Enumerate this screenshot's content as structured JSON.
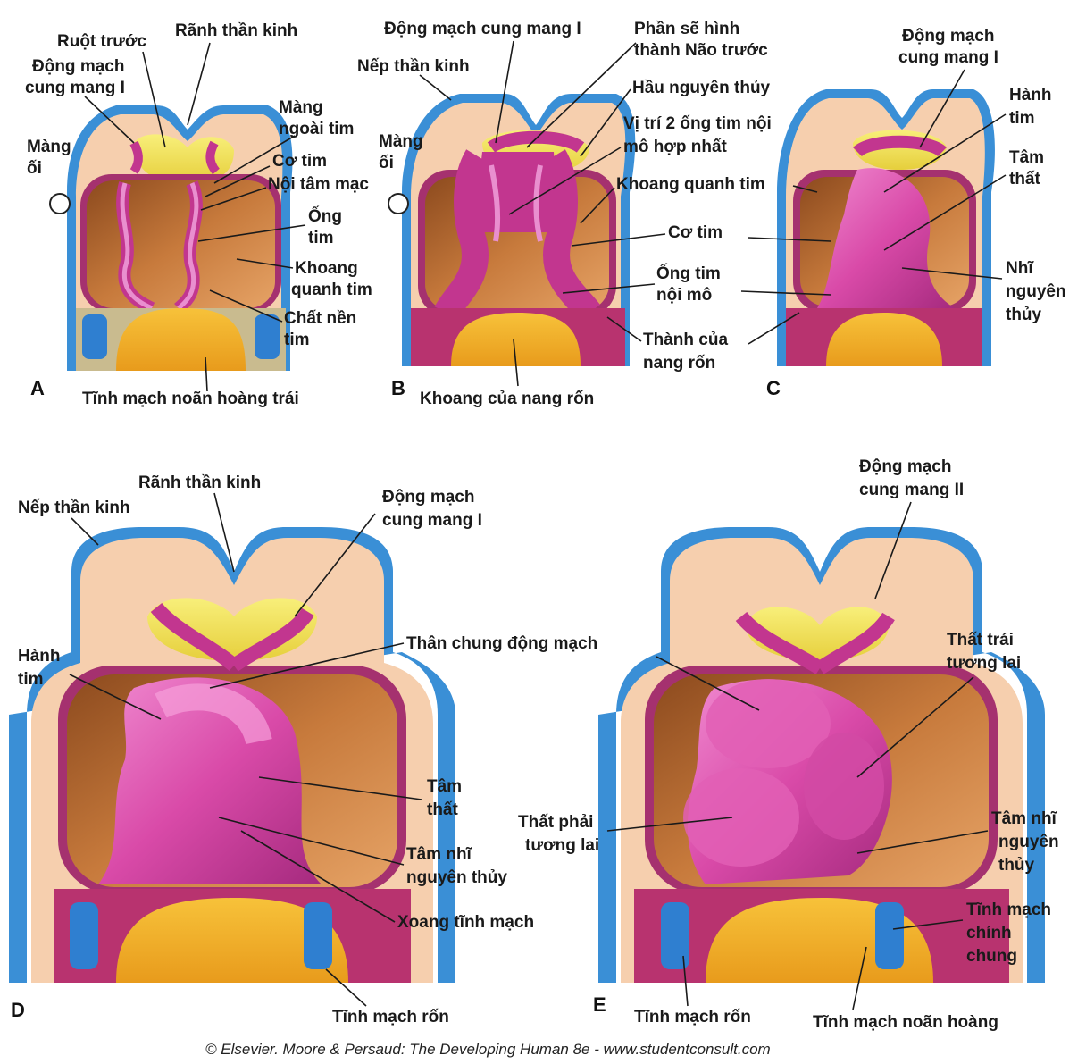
{
  "panels": {
    "A": {
      "letter": "A",
      "labels": {
        "ruot_truoc": "Ruột trước",
        "ranh_than_kinh": "Rãnh thần kinh",
        "dong_mach_1": "Động mạch",
        "dong_mach_2": "cung mang I",
        "mang_ngoai_tim_1": "Màng",
        "mang_ngoai_tim_2": "ngoài tim",
        "mang_oi_1": "Màng",
        "mang_oi_2": "ối",
        "co_tim": "Cơ tim",
        "noi_tam_mac": "Nội tâm mạc",
        "ong_tim_1": "Ống",
        "ong_tim_2": "tim",
        "khoang_1": "Khoang",
        "khoang_2": "quanh tim",
        "chat_nen_1": "Chất nền",
        "chat_nen_2": "tim",
        "tinh_mach": "Tĩnh mạch noãn hoàng trái"
      }
    },
    "B": {
      "letter": "B",
      "labels": {
        "dong_mach": "Động mạch cung mang I",
        "phan_se_1": "Phần sẽ hình",
        "phan_se_2": "thành Não trước",
        "nep_than_kinh": "Nếp thần kinh",
        "hau": "Hầu nguyên thủy",
        "mang_oi_1": "Màng",
        "mang_oi_2": "ối",
        "vi_tri_1": "Vị trí 2 ống tim nội",
        "vi_tri_2": "mô hợp nhất",
        "khoang": "Khoang quanh tim",
        "co_tim": "Cơ tim",
        "ong_tim_1": "Ống tim",
        "ong_tim_2": "nội mô",
        "thanh_1": "Thành của",
        "thanh_2": "nang rốn",
        "khoang_nang": "Khoang của nang rốn"
      }
    },
    "C": {
      "letter": "C",
      "labels": {
        "dong_mach_1": "Động mạch",
        "dong_mach_2": "cung mang I",
        "hanh_tim_1": "Hành",
        "hanh_tim_2": "tim",
        "tam_that_1": "Tâm",
        "tam_that_2": "thất",
        "nhi_1": "Nhĩ",
        "nhi_2": "nguyên",
        "nhi_3": "thủy"
      }
    },
    "D": {
      "letter": "D",
      "labels": {
        "ranh_than_kinh": "Rãnh thần kinh",
        "nep_than_kinh": "Nếp thần kinh",
        "dong_mach_1": "Động mạch",
        "dong_mach_2": "cung mang I",
        "hanh_tim_1": "Hành",
        "hanh_tim_2": "tim",
        "than_chung": "Thân chung động mạch",
        "tam_that_1": "Tâm",
        "tam_that_2": "thất",
        "tam_nhi_1": "Tâm nhĩ",
        "tam_nhi_2": "nguyên thủy",
        "xoang": "Xoang tĩnh mạch",
        "tinh_mach_ron": "Tĩnh mạch rốn"
      }
    },
    "E": {
      "letter": "E",
      "labels": {
        "dong_mach_1": "Động mạch",
        "dong_mach_2": "cung mang II",
        "that_trai_1": "Thất trái",
        "that_trai_2": "tương lai",
        "that_phai_1": "Thất phải",
        "that_phai_2": "tương lai",
        "tam_nhi_1": "Tâm nhĩ",
        "tam_nhi_2": "nguyên",
        "tam_nhi_3": "thủy",
        "tinh_mach_chinh_1": "Tĩnh mạch",
        "tinh_mach_chinh_2": "chính",
        "tinh_mach_chinh_3": "chung",
        "tinh_mach_ron": "Tĩnh mạch rốn",
        "tinh_mach_noan": "Tĩnh mạch noãn hoàng"
      }
    }
  },
  "credit": "© Elsevier. Moore & Persaud: The Developing Human 8e - www.studentconsult.com",
  "colors": {
    "ectoderm_blue": "#3a8fd6",
    "mesoderm_peach": "#f6cfae",
    "foregut_yellow": "#f3e25a",
    "heart_magenta": "#c2368f",
    "heart_pink": "#e25fb5",
    "cavity_brown": "#b76a33",
    "yolk_orange": "#f0b02a",
    "vein_blue": "#2f7fd0"
  }
}
